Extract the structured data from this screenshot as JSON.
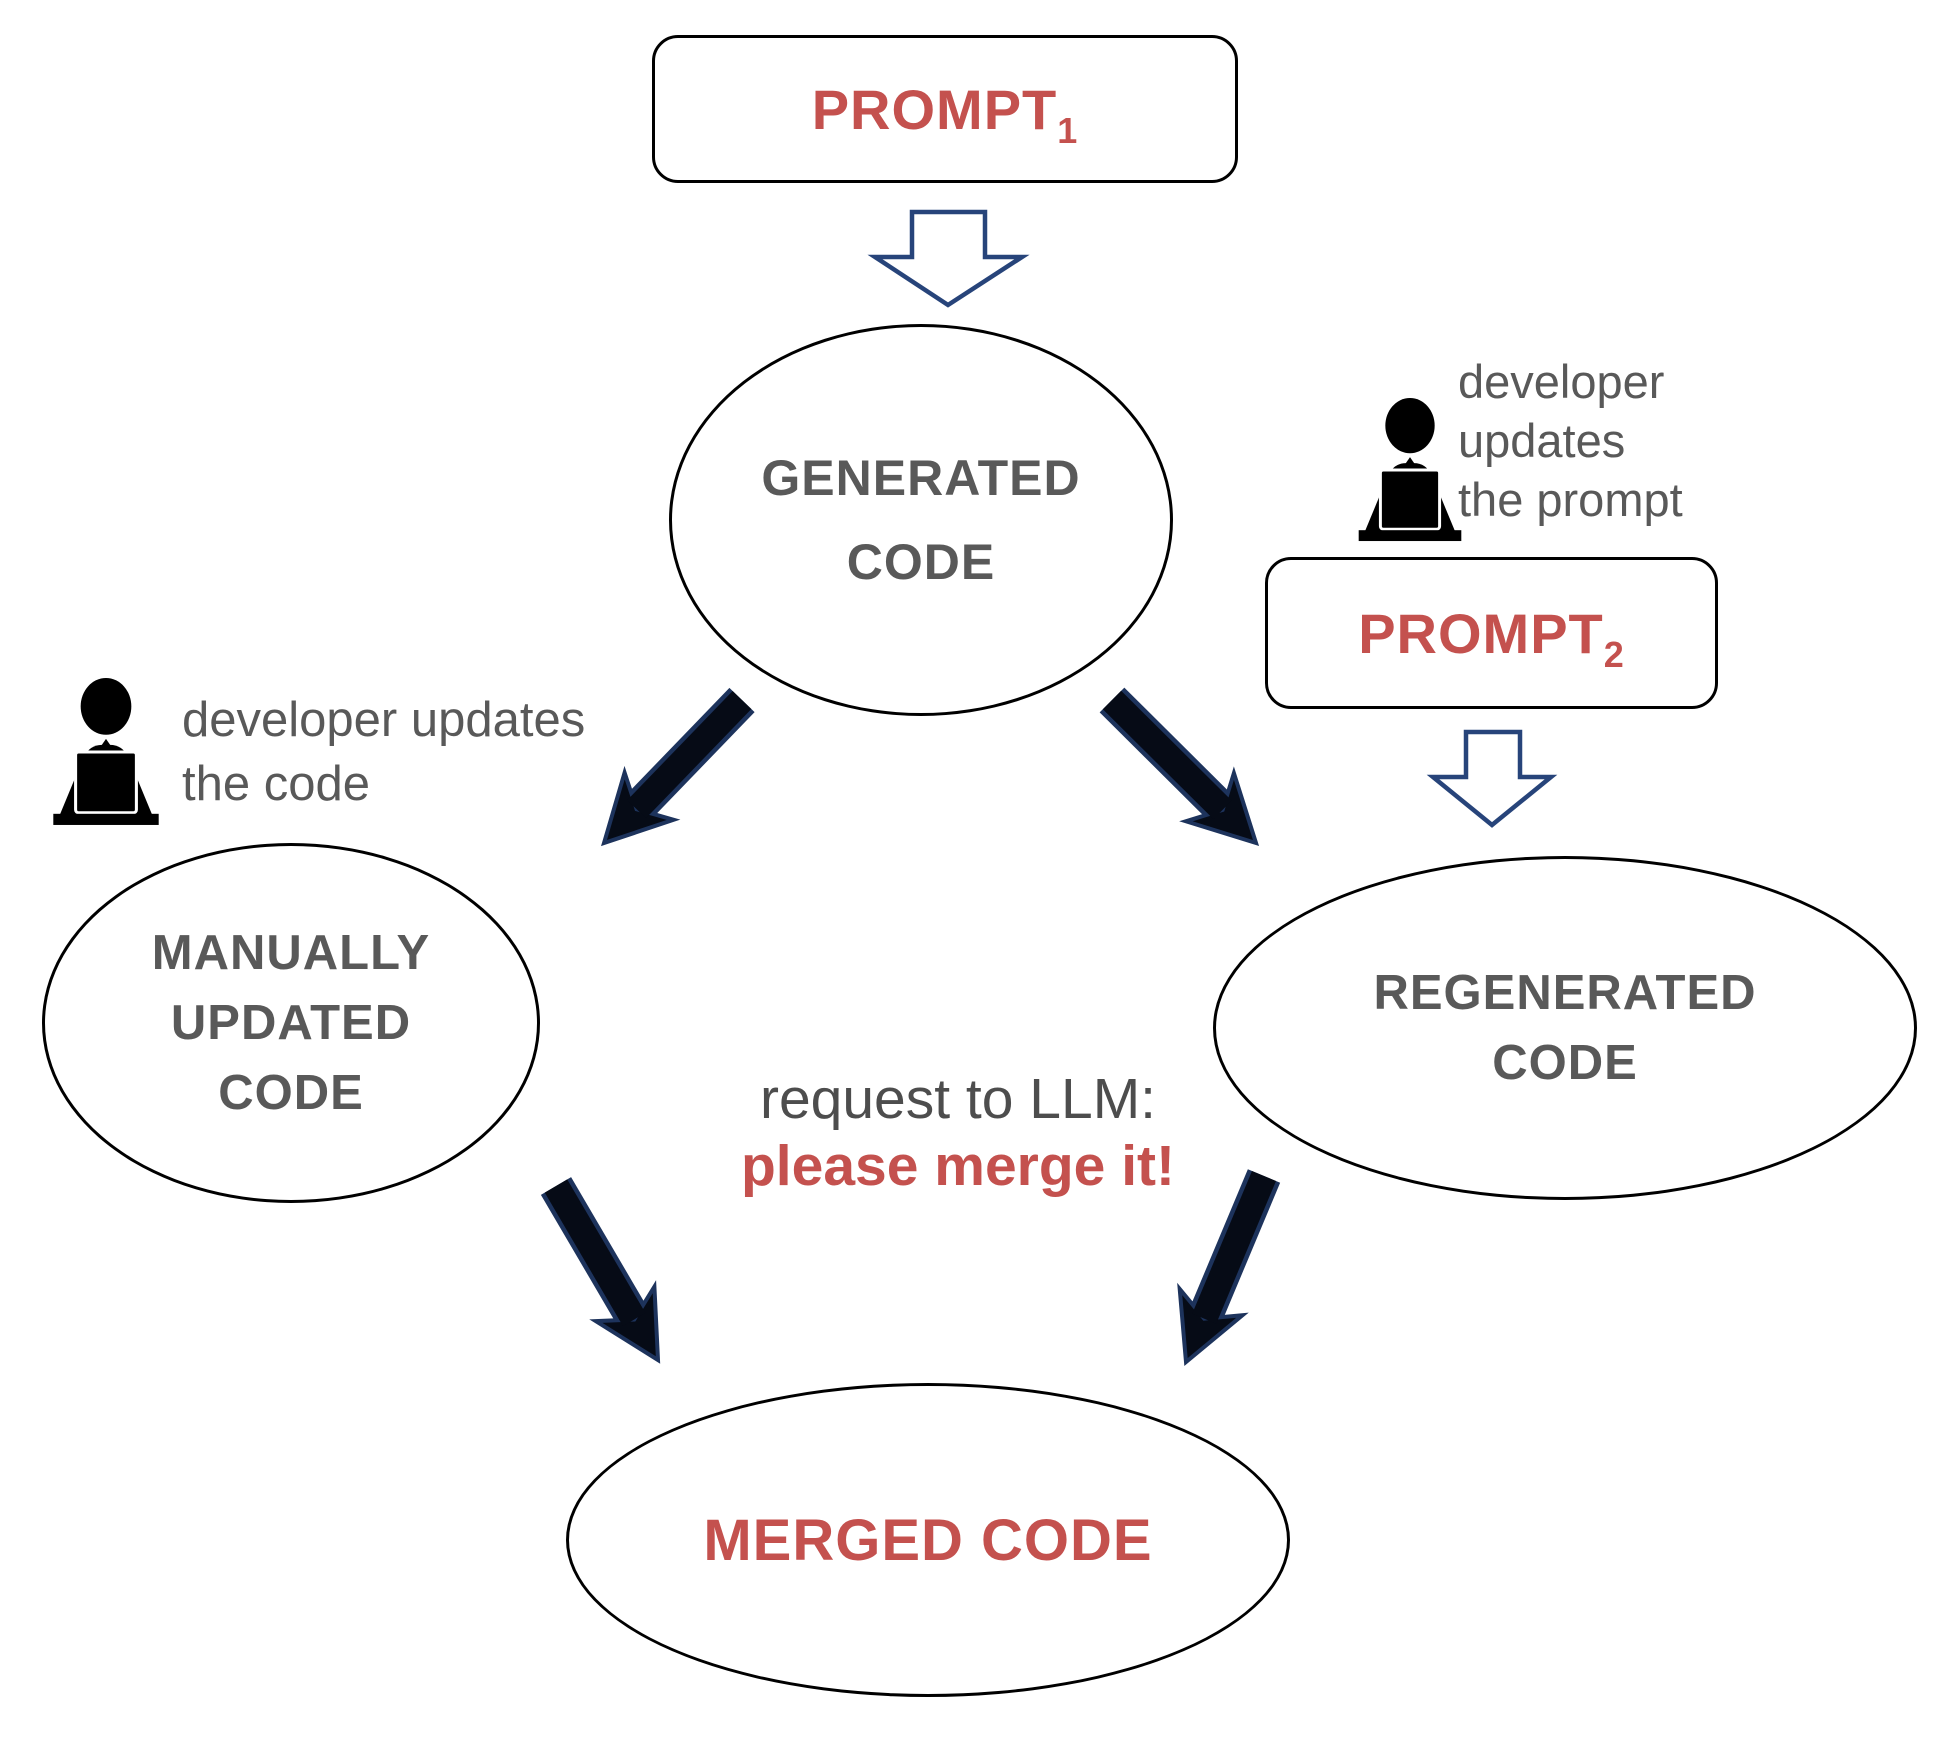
{
  "diagram": {
    "prompt1": {
      "text": "PROMPT",
      "sub": "1"
    },
    "prompt2": {
      "text": "PROMPT",
      "sub": "2"
    },
    "generated": {
      "line1": "GENERATED",
      "line2": "CODE"
    },
    "manually_updated": {
      "line1": "MANUALLY",
      "line2": "UPDATED",
      "line3": "CODE"
    },
    "regenerated": {
      "line1": "REGENERATED",
      "line2": "CODE"
    },
    "merged": {
      "text": "MERGED CODE"
    },
    "dev_right": {
      "line1": "developer",
      "line2": "updates",
      "line3": "the prompt"
    },
    "dev_left": {
      "line1": "developer updates",
      "line2": "the code"
    },
    "request": {
      "line1": "request to LLM:",
      "line2": "please merge it!"
    },
    "icons": {
      "left": "developer-at-laptop-icon",
      "right": "developer-at-laptop-icon",
      "flow_arrow": "down-arrow-icon"
    },
    "colors": {
      "accent_red": "#c4514e",
      "text_gray": "#595959",
      "arrow_navy": "#27447a",
      "shape_black": "#000000"
    }
  }
}
